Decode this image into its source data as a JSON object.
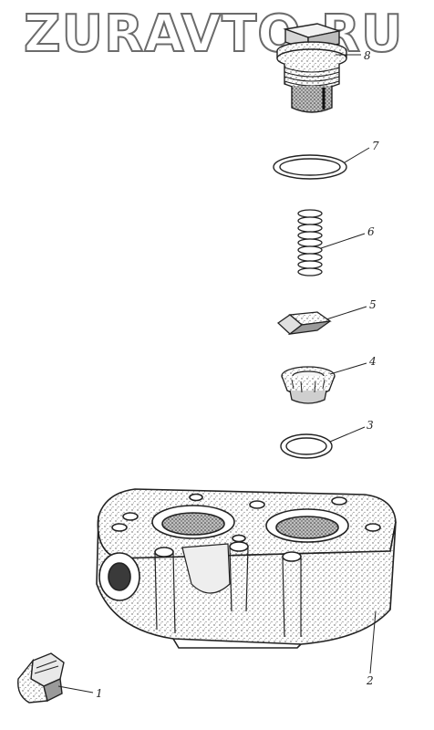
{
  "watermark": {
    "text": "ZURAVTO.RU"
  },
  "parts": [
    {
      "number": "1",
      "icon": "plug-icon"
    },
    {
      "number": "2",
      "icon": "valve-body-icon"
    },
    {
      "number": "3",
      "icon": "sealing-ring-icon"
    },
    {
      "number": "4",
      "icon": "valve-seat-icon"
    },
    {
      "number": "5",
      "icon": "valve-plate-icon"
    },
    {
      "number": "6",
      "icon": "spring-icon"
    },
    {
      "number": "7",
      "icon": "gasket-icon"
    },
    {
      "number": "8",
      "icon": "valve-plug-icon"
    }
  ],
  "colors": {
    "ink": "#222222",
    "watermark": "#6b6b6b",
    "background": "#ffffff"
  }
}
